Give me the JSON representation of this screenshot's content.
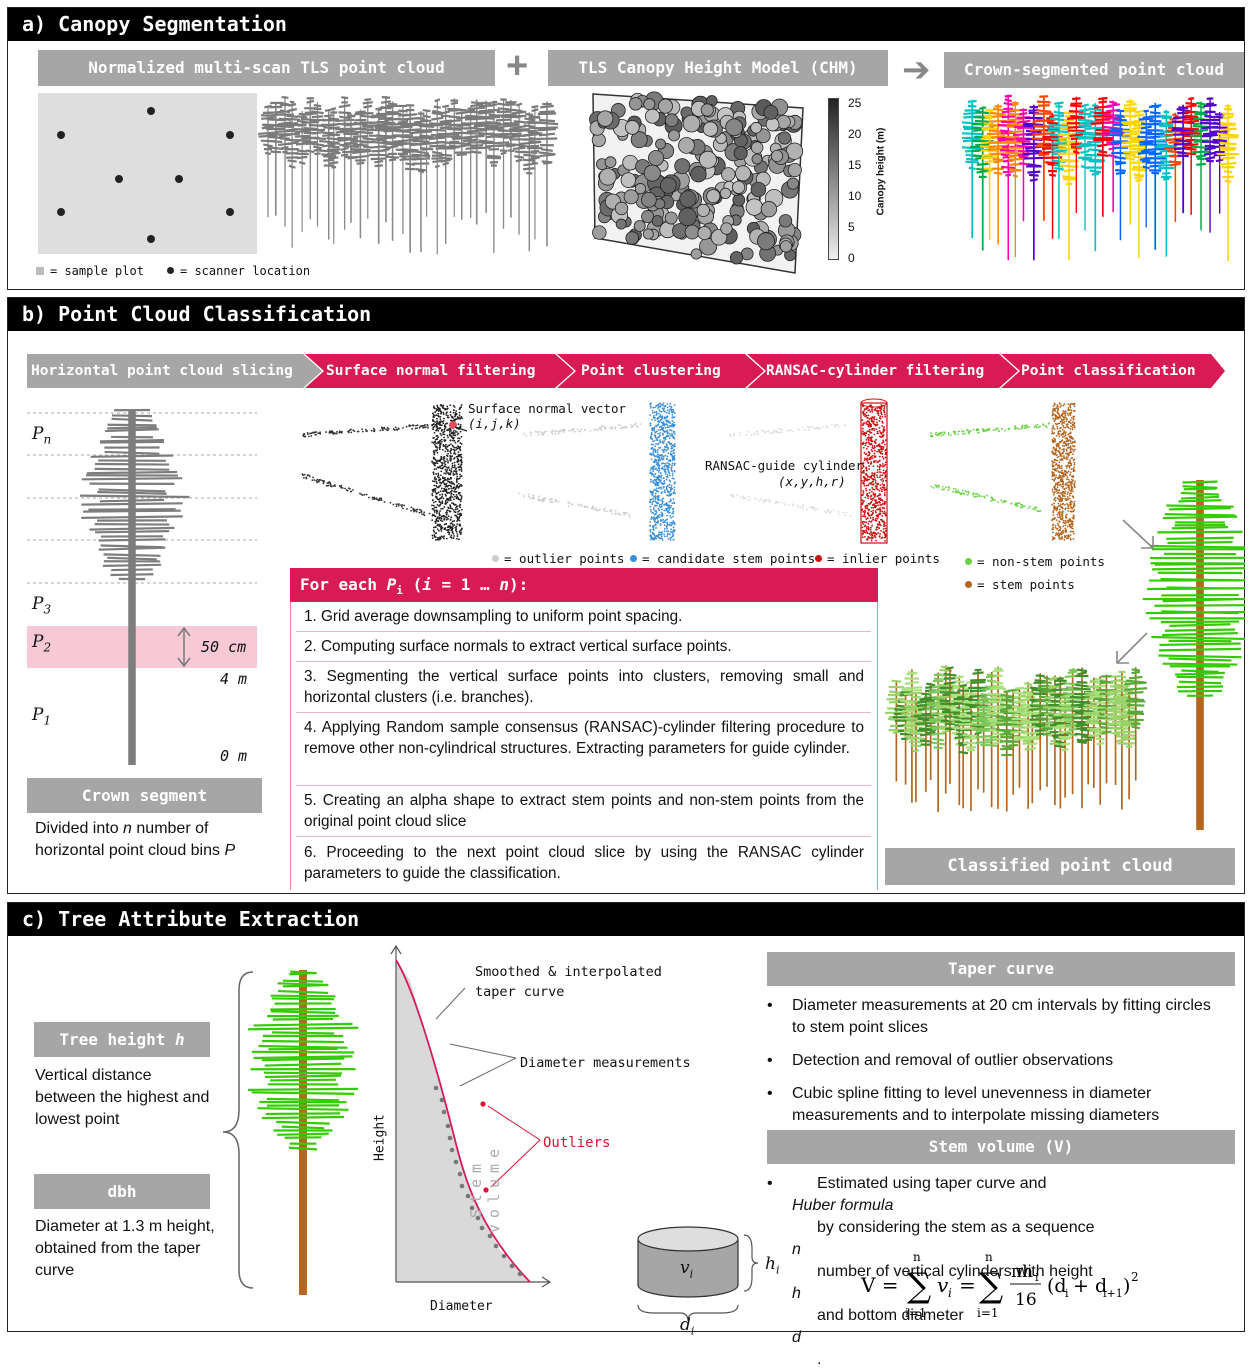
{
  "panel_a": {
    "title": "a) Canopy Segmentation",
    "box1": "Normalized multi-scan TLS point cloud",
    "plus": "+",
    "box2": "TLS Canopy Height Model (CHM)",
    "arrow": "➔",
    "box3": "Crown-segmented point cloud",
    "legend_plot": "= sample plot",
    "legend_scanner": "= scanner location",
    "chm_ticks": [
      "25",
      "20",
      "15",
      "10",
      "5",
      "0"
    ],
    "chm_axis_label": "Canopy height (m)"
  },
  "panel_b": {
    "title": "b) Point Cloud Classification",
    "steps": [
      "Horizontal point cloud slicing",
      "Surface normal filtering",
      "Point clustering",
      "RANSAC-cylinder filtering",
      "Point classification"
    ],
    "bins": {
      "pn": "P",
      "pn_sub": "n",
      "p3": "P",
      "p3_sub": "3",
      "p2": "P",
      "p2_sub": "2",
      "p1": "P",
      "p1_sub": "1"
    },
    "bin_height": "50 cm",
    "h4": "4 m",
    "h0": "0 m",
    "crown_segment": "Crown segment",
    "crown_desc_1": "Divided into ",
    "crown_desc_n": "n",
    "crown_desc_2": " number of horizontal point cloud bins ",
    "crown_desc_p": "P",
    "normal_vec_label": "Surface normal vector",
    "normal_vec_params": "(i,j,k)",
    "ransac_label": "RANSAC-guide cylinder",
    "ransac_params": "(x,y,h,r)",
    "legend_outlier": "= outlier points",
    "legend_candidate": "= candidate stem points",
    "legend_inlier": "= inlier points",
    "legend_nonstem": "= non-stem points",
    "legend_stem": "= stem points",
    "for_each_prefix": "For each ",
    "for_each_p": "P",
    "for_each_i": "i",
    "for_each_mid": " (",
    "for_each_i2": "i",
    "for_each_eq": " = 1 … ",
    "for_each_n": "n",
    "for_each_end": "):",
    "procedure": [
      "1. Grid average downsampling to uniform point spacing.",
      "2. Computing surface normals to extract vertical surface points.",
      "3. Segmenting the vertical surface points into clusters, removing small and horizontal clusters (i.e. branches).",
      "4. Applying Random sample consensus (RANSAC)-cylinder filtering procedure to remove other non-cylindrical structures. Extracting parameters for guide cylinder.",
      "5. Creating an alpha shape to extract stem points and non-stem points from the original point cloud slice",
      "6. Proceeding to the next point cloud slice by using the RANSAC cylinder parameters to guide the classification."
    ],
    "classified": "Classified point cloud"
  },
  "panel_c": {
    "title": "c) Tree Attribute Extraction",
    "tree_height_label": "Tree height ",
    "tree_height_h": "h",
    "tree_height_desc": "Vertical distance between the highest and lowest point",
    "dbh_label": "dbh",
    "dbh_desc": "Diameter at 1.3 m height, obtained from the taper curve",
    "smoothed": "Smoothed & interpolated taper curve",
    "diam_meas": "Diameter measurements",
    "outliers": "Outliers",
    "stem_volume": "Stem volume",
    "height_axis": "Height",
    "diameter_axis": "Diameter",
    "cyl_v": "v",
    "cyl_v_sub": "i",
    "cyl_h": "h",
    "cyl_h_sub": "i",
    "cyl_d": "d",
    "cyl_d_sub": "i",
    "taper_title": "Taper curve",
    "taper_bullets": [
      "Diameter measurements at 20 cm intervals by fitting circles to stem point slices",
      "Detection and removal of outlier observations",
      "Cubic spline fitting to level unevenness in diameter measurements and to interpolate missing diameters"
    ],
    "volume_title": "Stem volume (V)",
    "volume_b1": "Estimated using taper curve and ",
    "volume_b_huber": "Huber formula",
    "volume_b2": " by considering the stem as a sequence ",
    "volume_b_n": "n",
    "volume_b3": " number of vertical cylinders with height ",
    "volume_b_h": "h",
    "volume_b4": " and bottom diameter ",
    "volume_b_d": "d",
    "volume_b5": "."
  },
  "colors": {
    "step_pink": "#d81b55",
    "gray_box": "#a6a6a6",
    "bin_pink": "#f7c9d6",
    "stem_brown": "#b5651d",
    "crown_green": "#33cc00"
  }
}
